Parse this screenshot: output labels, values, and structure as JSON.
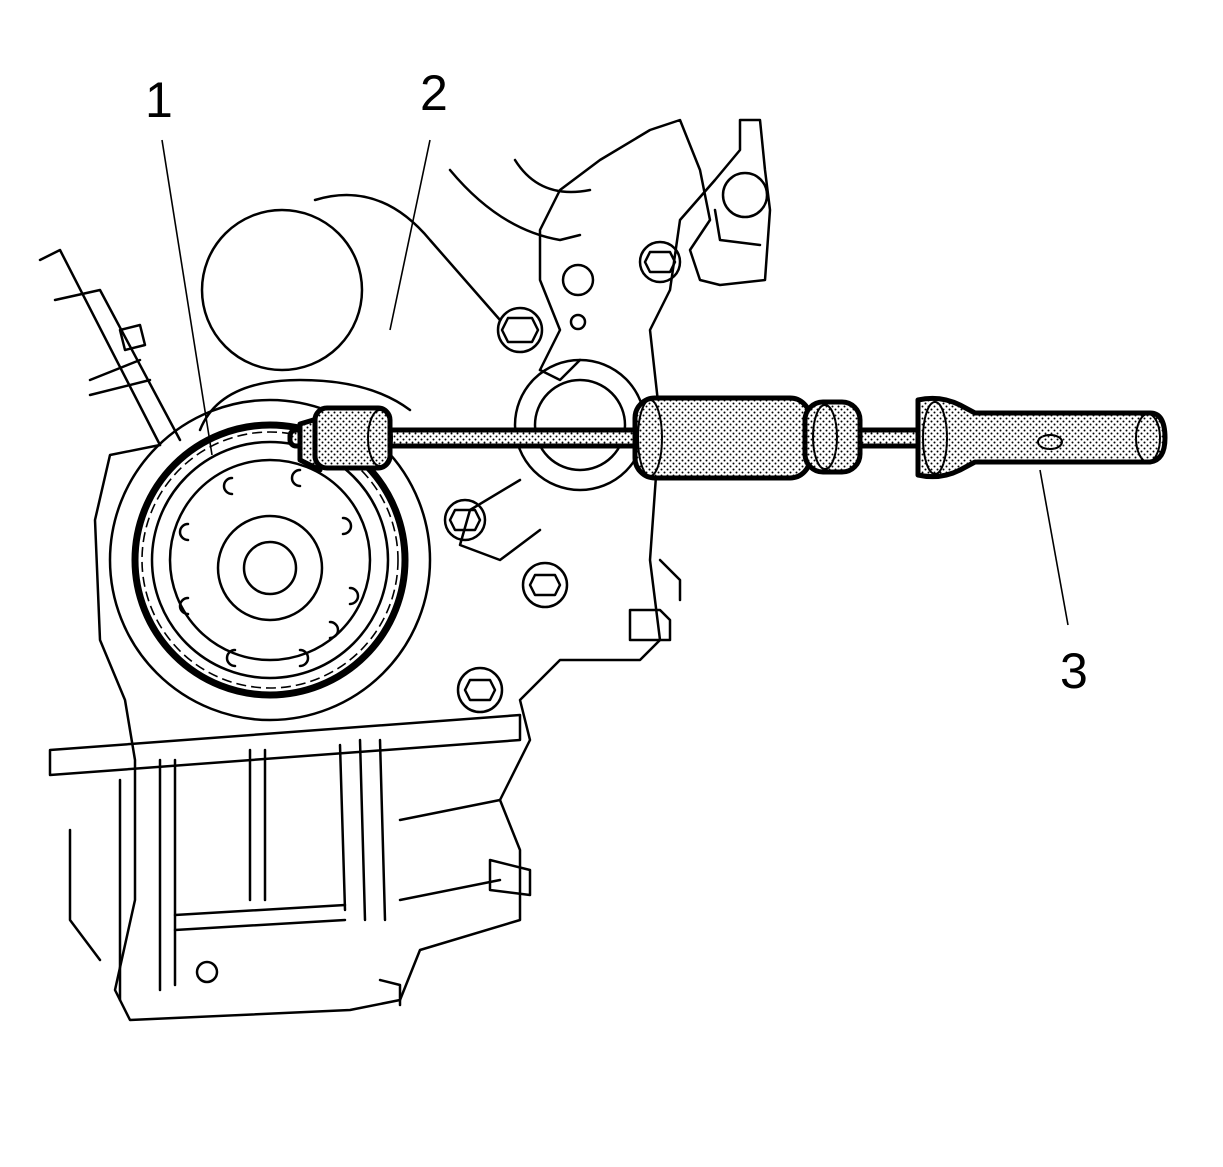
{
  "callouts": [
    {
      "label": "1",
      "part": "seal"
    },
    {
      "label": "2",
      "part": "installer-end"
    },
    {
      "label": "3",
      "part": "slide-hammer-tool"
    }
  ],
  "colors": {
    "line": "#000000",
    "background": "#ffffff",
    "stipple": "#000000"
  }
}
